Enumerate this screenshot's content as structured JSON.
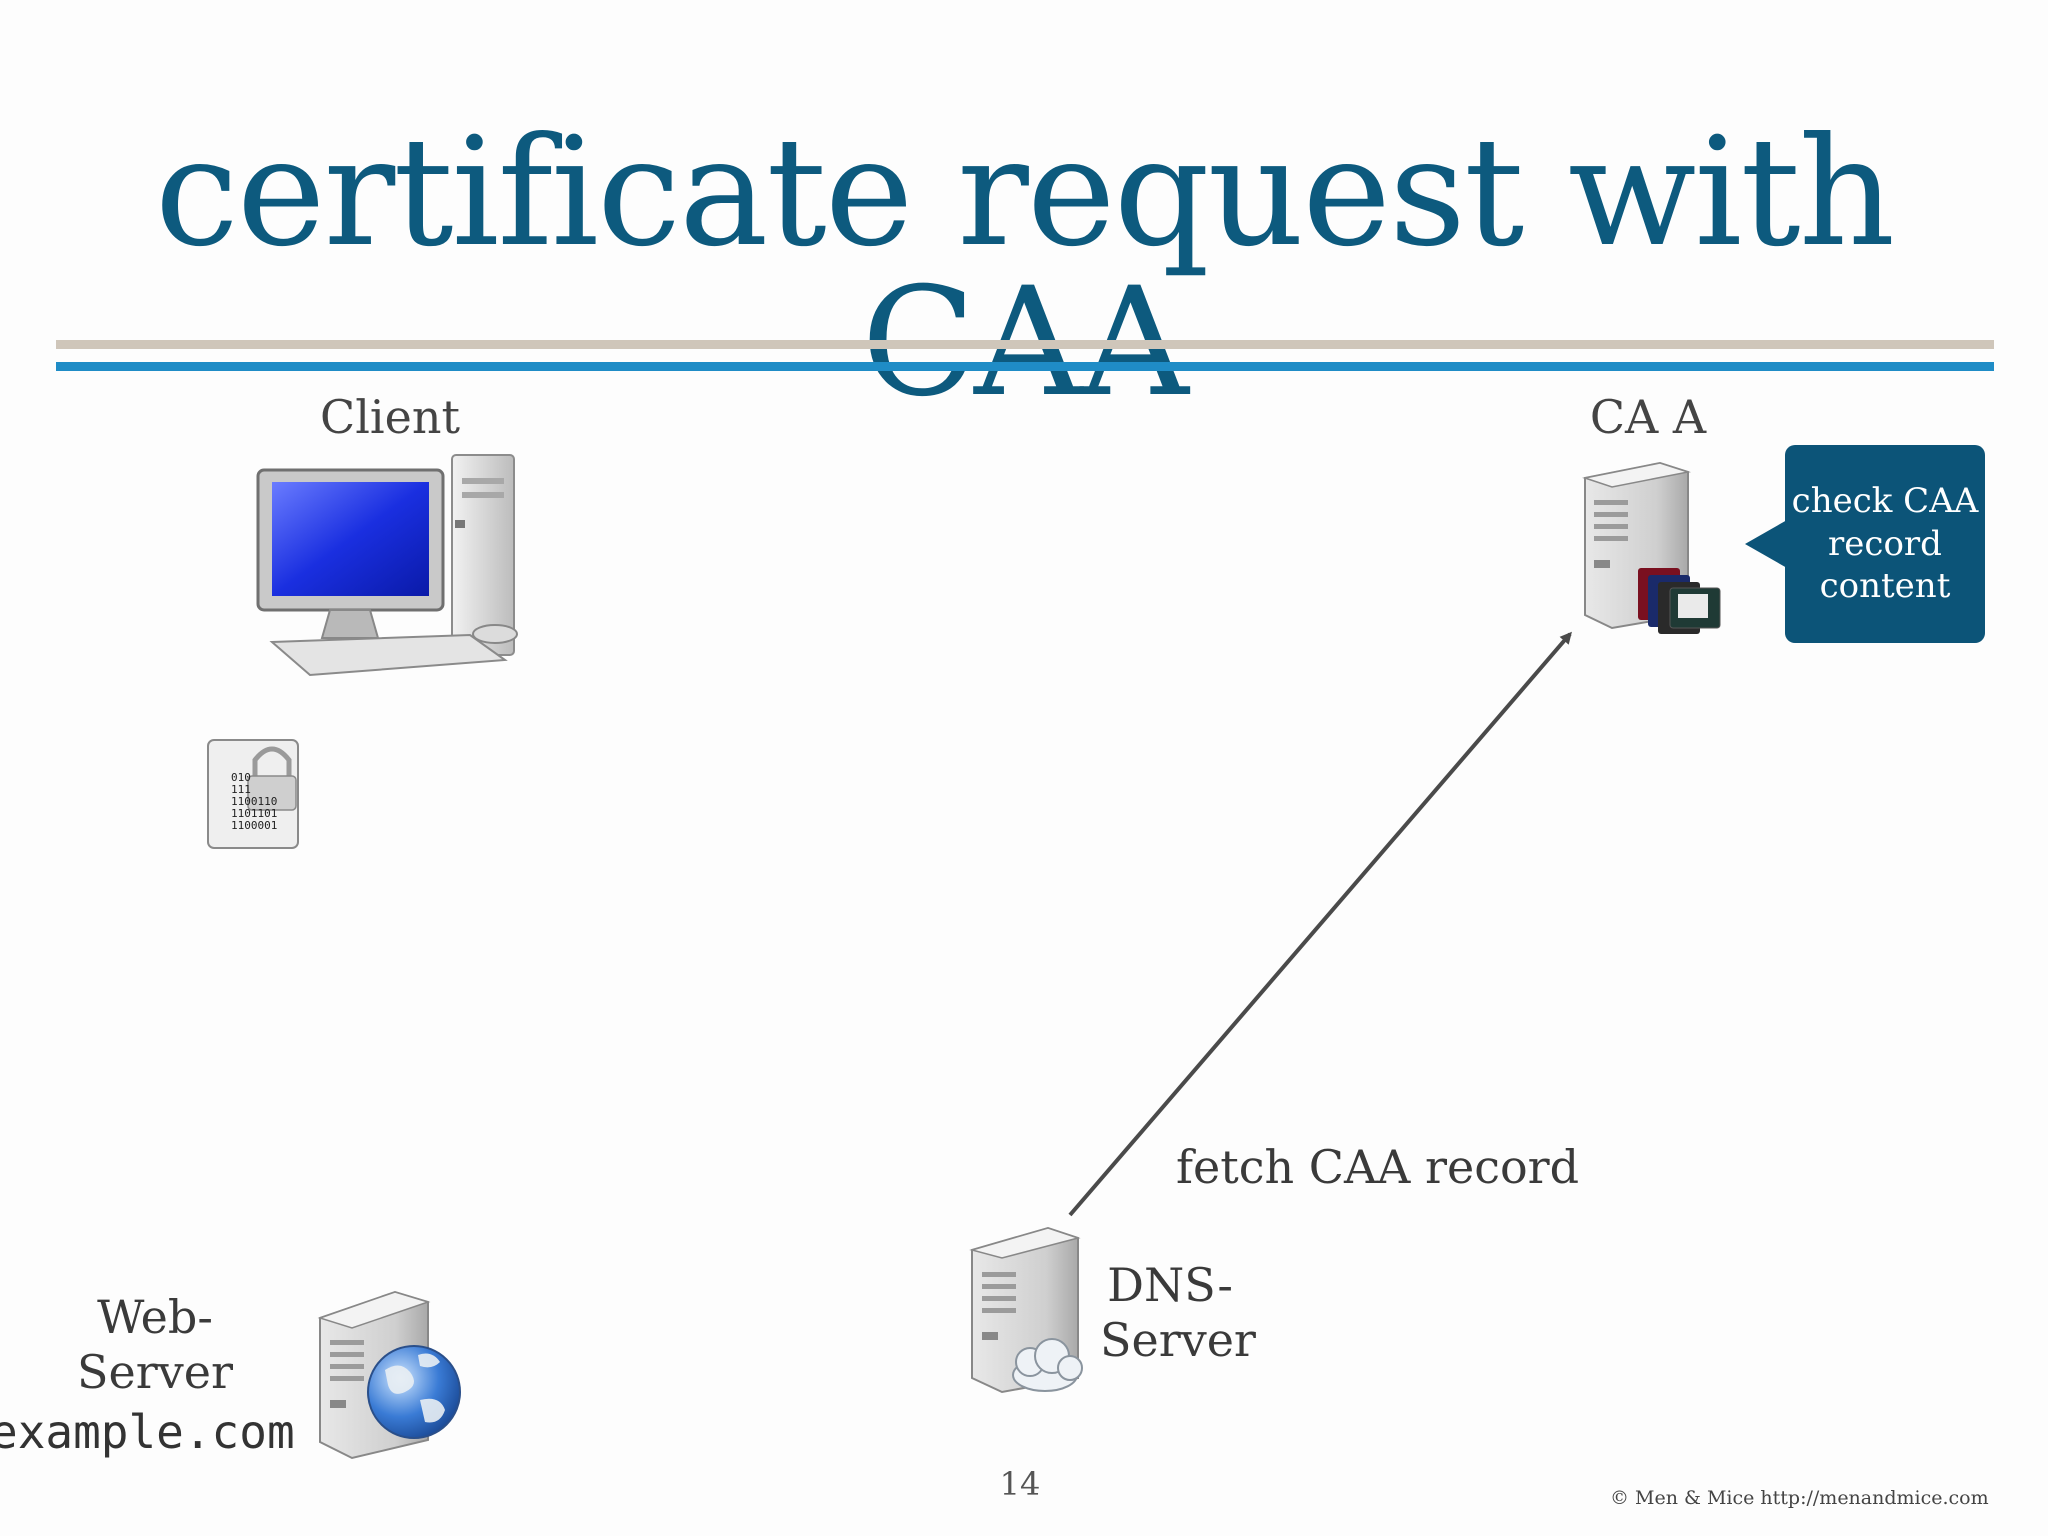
{
  "slide": {
    "title": "certificate request with CAA",
    "page_number": "14",
    "footer": "© Men & Mice  http://menandmice.com"
  },
  "nodes": {
    "client": {
      "label": "Client",
      "icon": "desktop-computer-icon"
    },
    "ca": {
      "label": "CA A",
      "icon": "ca-server-icon"
    },
    "dns": {
      "label_line1": "DNS-",
      "label_line2": "Server",
      "icon": "dns-server-icon"
    },
    "web": {
      "label_line1": "Web-",
      "label_line2": "Server",
      "domain": "example.com",
      "icon": "web-server-icon"
    }
  },
  "certificate_request_icon": {
    "icon": "encrypted-file-icon",
    "lines": [
      "010",
      "111",
      "1100110",
      "1101101",
      "1100001"
    ]
  },
  "callout": {
    "line1": "check CAA",
    "line2": "record",
    "line3": "content"
  },
  "arrows": [
    {
      "from": "dns",
      "to": "ca",
      "label": "fetch CAA record"
    }
  ],
  "colors": {
    "title": "#0d5a7e",
    "callout": "#0c5478",
    "rule_beige": "#cfc6ba",
    "rule_blue": "#1f8cc6",
    "arrow": "#4a4a4a"
  }
}
